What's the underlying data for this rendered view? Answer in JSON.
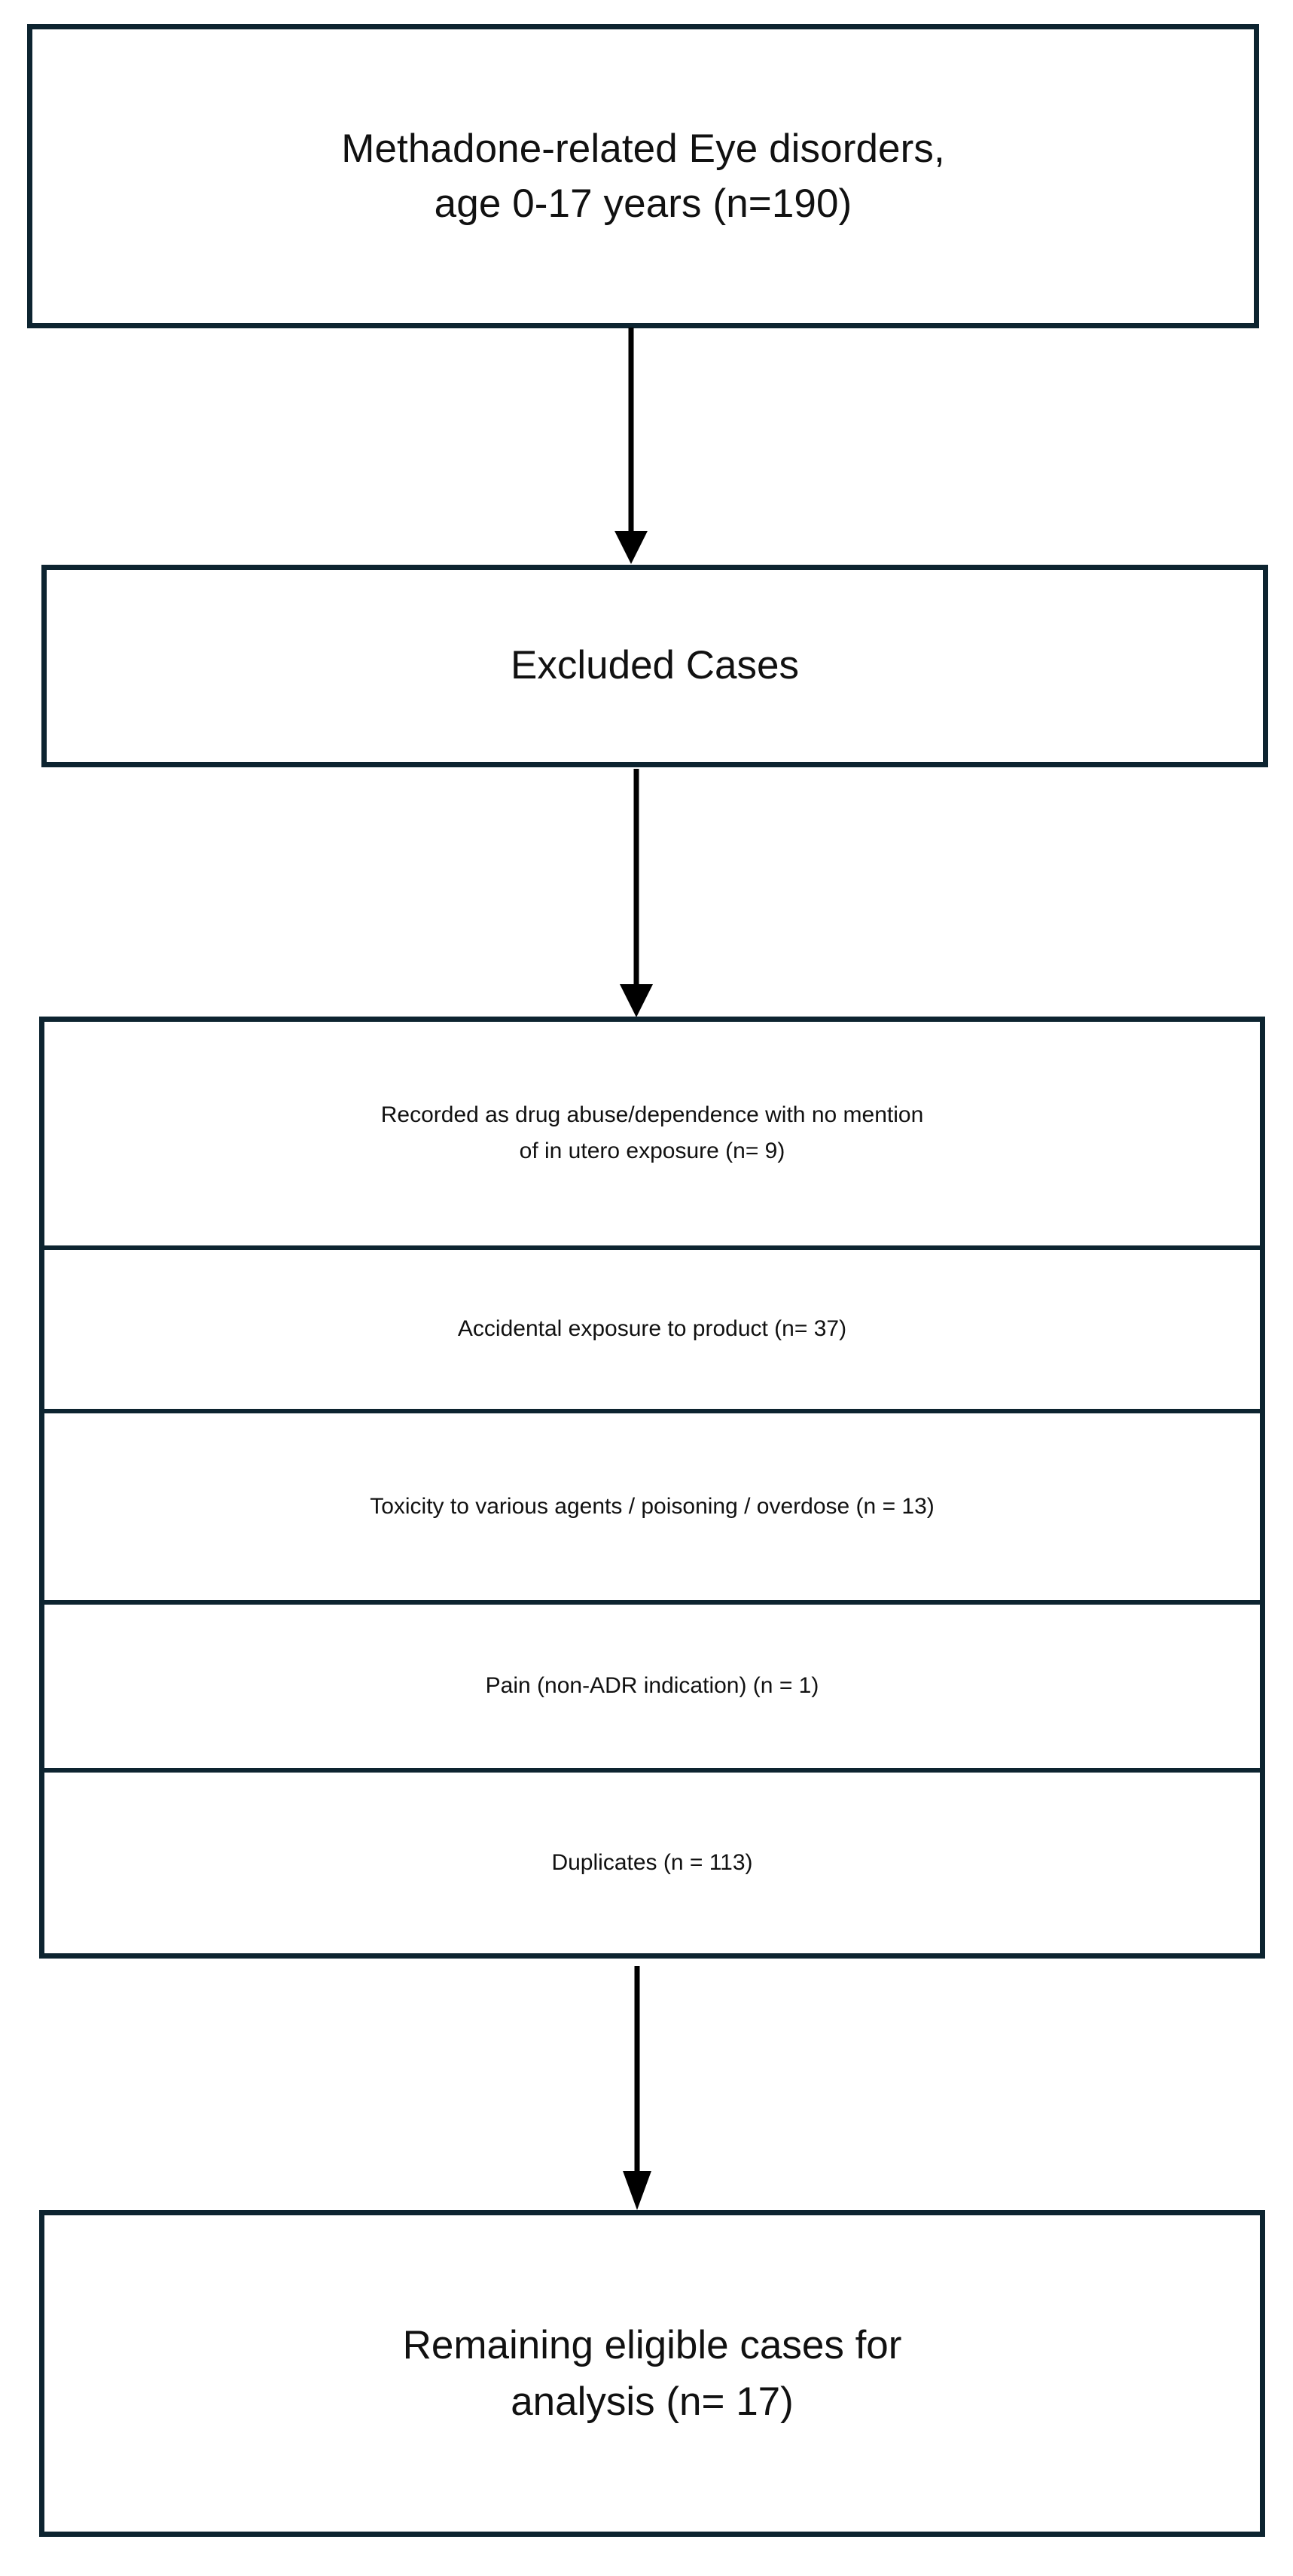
{
  "diagram": {
    "title": "Methadone-related eye disorder case selection flowchart",
    "colors": {
      "box_border": "#0d2430",
      "box_fill": "#ffffff",
      "arrow": "#000000",
      "text": "#111111",
      "page_background": "#ffffff"
    }
  },
  "nodes": {
    "source": {
      "label": "Methadone-related Eye disorders,\nage 0-17 years (n=190)",
      "count": 190,
      "count_label": "n=190"
    },
    "excluded_header": {
      "label": "Excluded Cases"
    },
    "remaining": {
      "label": "Remaining eligible cases for\nanalysis (n= 17)",
      "count": 17,
      "count_label": "n= 17"
    }
  },
  "exclusions": {
    "rows": [
      {
        "label": "Recorded as drug abuse/dependence with no mention\nof in utero exposure (n= 9)",
        "reason": "Recorded as drug abuse/dependence with no mention of in utero exposure",
        "count": 9,
        "count_label": "n= 9"
      },
      {
        "label": "Accidental exposure to product (n= 37)",
        "reason": "Accidental exposure to product",
        "count": 37,
        "count_label": "n= 37"
      },
      {
        "label": "Toxicity to various agents / poisoning / overdose (n = 13)",
        "reason": "Toxicity to various agents / poisoning / overdose",
        "count": 13,
        "count_label": "n = 13"
      },
      {
        "label": "Pain (non-ADR indication) (n = 1)",
        "reason": "Pain (non-ADR indication)",
        "count": 1,
        "count_label": "n = 1"
      },
      {
        "label": "Duplicates (n = 113)",
        "reason": "Duplicates",
        "count": 113,
        "count_label": "n = 113"
      }
    ]
  },
  "connectors": [
    {
      "name": "source-to-excluded-header",
      "icon": "down-arrow-icon"
    },
    {
      "name": "excluded-header-to-exclusion-table",
      "icon": "down-arrow-icon"
    },
    {
      "name": "exclusion-table-to-remaining",
      "icon": "down-arrow-icon"
    }
  ]
}
